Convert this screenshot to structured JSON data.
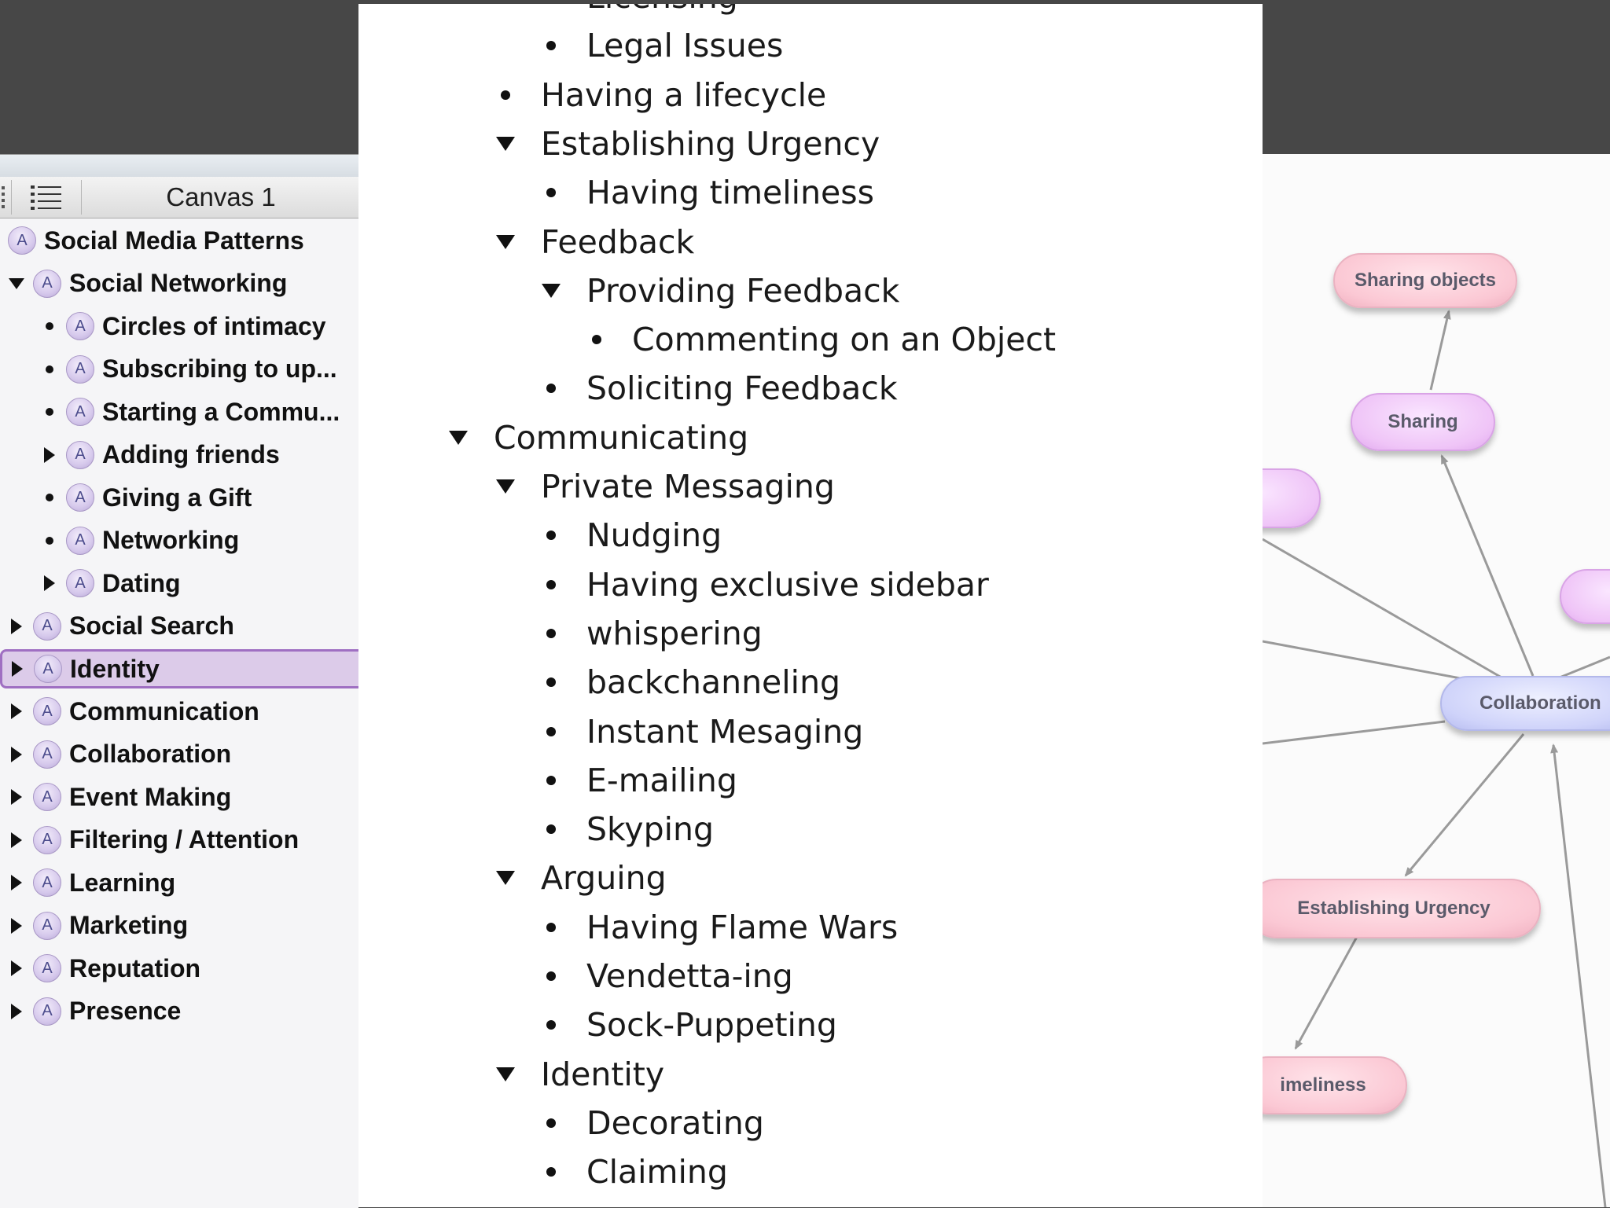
{
  "sidebar": {
    "canvas_label": "Canvas 1",
    "items": [
      {
        "label": "Social Media Patterns",
        "indent": 0,
        "disclosure": "none"
      },
      {
        "label": "Social Networking",
        "indent": 0,
        "disclosure": "expanded"
      },
      {
        "label": "Circles of intimacy",
        "indent": 1,
        "disclosure": "bullet"
      },
      {
        "label": "Subscribing to up...",
        "indent": 1,
        "disclosure": "bullet"
      },
      {
        "label": "Starting a Commu...",
        "indent": 1,
        "disclosure": "bullet"
      },
      {
        "label": "Adding friends",
        "indent": 1,
        "disclosure": "collapsed"
      },
      {
        "label": "Giving a Gift",
        "indent": 1,
        "disclosure": "bullet"
      },
      {
        "label": "Networking",
        "indent": 1,
        "disclosure": "bullet"
      },
      {
        "label": "Dating",
        "indent": 1,
        "disclosure": "collapsed"
      },
      {
        "label": "Social Search",
        "indent": 0,
        "disclosure": "collapsed"
      },
      {
        "label": "Identity",
        "indent": 0,
        "disclosure": "collapsed",
        "selected": true
      },
      {
        "label": "Communication",
        "indent": 0,
        "disclosure": "collapsed"
      },
      {
        "label": "Collaboration",
        "indent": 0,
        "disclosure": "collapsed"
      },
      {
        "label": "Event Making",
        "indent": 0,
        "disclosure": "collapsed"
      },
      {
        "label": "Filtering / Attention",
        "indent": 0,
        "disclosure": "collapsed"
      },
      {
        "label": "Learning",
        "indent": 0,
        "disclosure": "collapsed"
      },
      {
        "label": "Marketing",
        "indent": 0,
        "disclosure": "collapsed"
      },
      {
        "label": "Reputation",
        "indent": 0,
        "disclosure": "collapsed"
      },
      {
        "label": "Presence",
        "indent": 0,
        "disclosure": "collapsed"
      }
    ]
  },
  "document": {
    "items": [
      {
        "label": "Licensing",
        "level": 2,
        "marker": "bullet"
      },
      {
        "label": "Legal Issues",
        "level": 2,
        "marker": "bullet"
      },
      {
        "label": "Having a lifecycle",
        "level": 1,
        "marker": "bullet"
      },
      {
        "label": "Establishing Urgency",
        "level": 1,
        "marker": "expanded"
      },
      {
        "label": "Having timeliness",
        "level": 2,
        "marker": "bullet"
      },
      {
        "label": "Feedback",
        "level": 1,
        "marker": "expanded"
      },
      {
        "label": "Providing Feedback",
        "level": 2,
        "marker": "expanded"
      },
      {
        "label": "Commenting on an Object",
        "level": 3,
        "marker": "bullet"
      },
      {
        "label": "Soliciting Feedback",
        "level": 2,
        "marker": "bullet"
      },
      {
        "label": "Communicating",
        "level": 0,
        "marker": "expanded"
      },
      {
        "label": "Private Messaging",
        "level": 1,
        "marker": "expanded"
      },
      {
        "label": "Nudging",
        "level": 2,
        "marker": "bullet"
      },
      {
        "label": "Having exclusive sidebar",
        "level": 2,
        "marker": "bullet"
      },
      {
        "label": "whispering",
        "level": 2,
        "marker": "bullet"
      },
      {
        "label": "backchanneling",
        "level": 2,
        "marker": "bullet"
      },
      {
        "label": "Instant Mesaging",
        "level": 2,
        "marker": "bullet"
      },
      {
        "label": "E-mailing",
        "level": 2,
        "marker": "bullet"
      },
      {
        "label": "Skyping",
        "level": 2,
        "marker": "bullet"
      },
      {
        "label": "Arguing",
        "level": 1,
        "marker": "expanded"
      },
      {
        "label": "Having Flame Wars",
        "level": 2,
        "marker": "bullet"
      },
      {
        "label": "Vendetta-ing",
        "level": 2,
        "marker": "bullet"
      },
      {
        "label": "Sock-Puppeting",
        "level": 2,
        "marker": "bullet"
      },
      {
        "label": "Identity",
        "level": 1,
        "marker": "expanded"
      },
      {
        "label": "Decorating",
        "level": 2,
        "marker": "bullet"
      },
      {
        "label": "Claiming",
        "level": 2,
        "marker": "bullet"
      }
    ]
  },
  "map": {
    "nodes": {
      "sharing_objects": {
        "label": "Sharing objects",
        "color": "#fbc8d4"
      },
      "sharing": {
        "label": "Sharing",
        "color": "#efc4f7"
      },
      "collaboration": {
        "label": "Collaboration",
        "color": "#cfd3fa"
      },
      "establishing_urgency": {
        "label": "Establishing Urgency",
        "color": "#fbc8d4"
      },
      "timeliness": {
        "label": "imeliness",
        "color": "#fbc8d4"
      }
    }
  },
  "colors": {
    "background": "#474747",
    "selection_fill": "#dccbe9",
    "selection_border": "#9f6fc2"
  }
}
